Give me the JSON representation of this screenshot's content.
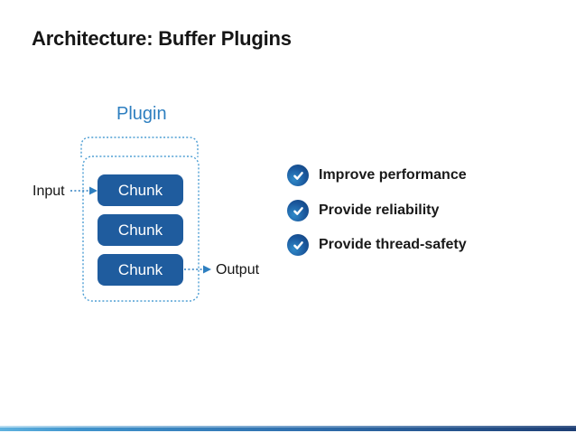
{
  "slide": {
    "title": "Architecture: Buffer Plugins"
  },
  "diagram": {
    "plugin_label": "Plugin",
    "input_label": "Input",
    "output_label": "Output",
    "chunks": [
      "Chunk",
      "Chunk",
      "Chunk"
    ]
  },
  "bullets": {
    "items": [
      {
        "icon": "check-circle-icon",
        "label": "Improve performance"
      },
      {
        "icon": "check-circle-icon",
        "label": "Provide reliability"
      },
      {
        "icon": "check-circle-icon",
        "label": "Provide thread-safety"
      }
    ]
  },
  "theme": {
    "chunk_blue": "#1f5c9e",
    "dashed_blue": "#4f9fd4",
    "label_blue": "#2e7fc0",
    "arrow_blue": "#2e7fc0",
    "check_light": "#2f8ac9",
    "check_dark": "#123e76",
    "bar_left": "#5fb2df",
    "bar_right": "#1d3e74",
    "text_dark": "#161616"
  }
}
